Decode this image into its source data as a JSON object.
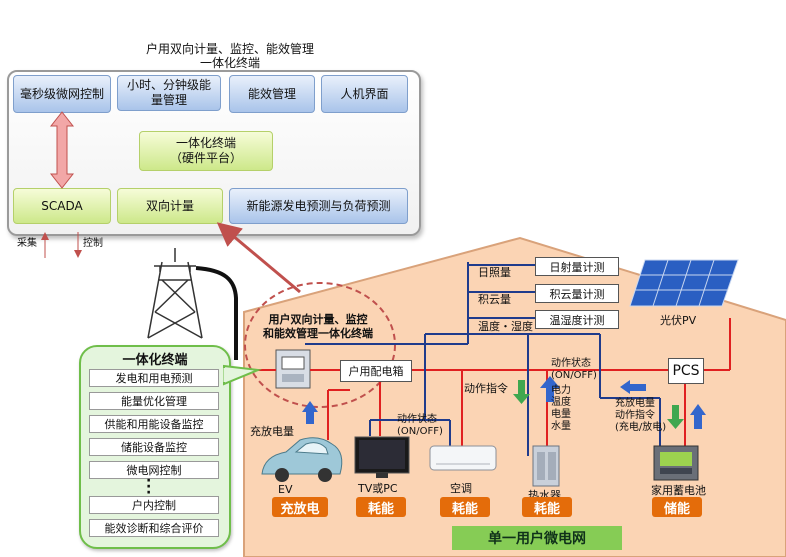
{
  "top_title": {
    "line1": "户用双向计量、监控、能效管理",
    "line2": "一体化终端"
  },
  "panel": {
    "row1": [
      "毫秒级微网控制",
      "小时、分钟级能量管理",
      "能效管理",
      "人机界面"
    ],
    "center": {
      "line1": "一体化终端",
      "line2": "（硬件平台）"
    },
    "row3": {
      "scada": "SCADA",
      "metering": "双向计量",
      "forecast": "新能源发电预测与负荷预测"
    }
  },
  "io": {
    "collect": "采集",
    "control": "控制"
  },
  "callout": {
    "title": "一体化终端",
    "items": [
      "发电和用电预测",
      "能量优化管理",
      "供能和用能设备监控",
      "储能设备监控",
      "微电网控制",
      "户内控制",
      "能效诊断和综合评价"
    ]
  },
  "circle_label": {
    "line1": "用户双向计量、监控",
    "line2": "和能效管理一体化终端"
  },
  "house": {
    "distribution_box": "户用配电箱",
    "meters": [
      "日照量",
      "积云量",
      "温度・湿度"
    ],
    "meter_boxes": [
      "日射量计测",
      "积云量计测",
      "温湿度计测"
    ],
    "pv_label": "光伏PV",
    "pcs": "PCS",
    "action_cmd": "动作指令",
    "status_top": {
      "line1": "动作状态",
      "line2": "(ON/OFF)",
      "line3": "电力",
      "line4": "温度",
      "line5": "电量",
      "line6": "水量"
    },
    "status_mid": {
      "line1": "动作状态",
      "line2": "(ON/OFF)"
    },
    "battery_info": {
      "line1": "充放电量",
      "line2": "动作指令",
      "line3": "(充电/放电)"
    },
    "charge_amount": "充放电量"
  },
  "devices": {
    "ev": "EV",
    "tv": "TV或PC",
    "ac": "空调",
    "heater": "热水器",
    "battery": "家用蓄电池",
    "ev_tag": "充放电",
    "tv_tag": "耗能",
    "ac_tag": "耗能",
    "heater_tag": "耗能",
    "battery_tag": "储能"
  },
  "banner": "单一用户微电网"
}
